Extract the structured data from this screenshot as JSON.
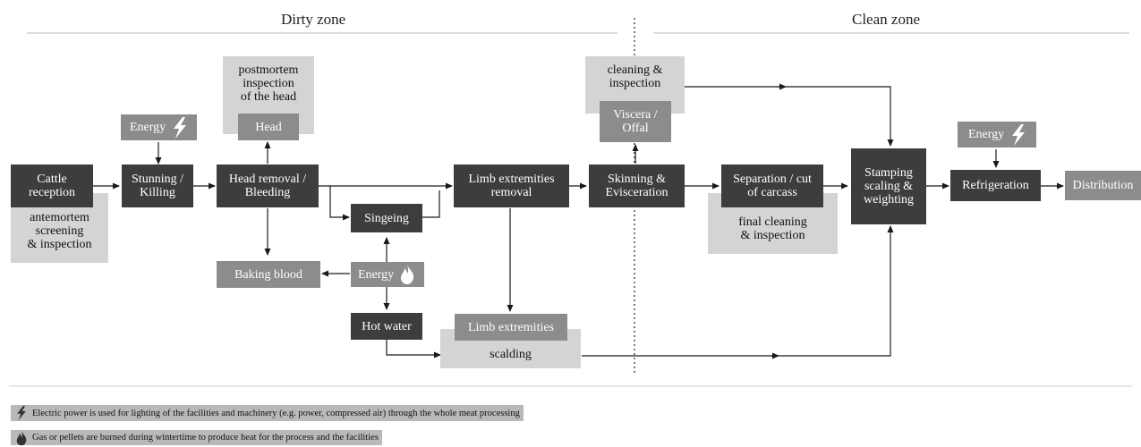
{
  "zones": {
    "dirty": "Dirty zone",
    "clean": "Clean zone"
  },
  "nodes": {
    "cattle_reception": "Cattle\nreception",
    "antemortem": "antemortem\nscreening\n& inspection",
    "energy_stunning": "Energy",
    "stunning": "Stunning /\nKilling",
    "postmortem": "postmortem\ninspection\nof the head",
    "head": "Head",
    "head_removal": "Head removal /\nBleeding",
    "singeing": "Singeing",
    "baking_blood": "Baking blood",
    "energy_heat": "Energy",
    "hot_water": "Hot water",
    "limb_removal": "Limb extremities\nremoval",
    "limb_extremities": "Limb extremities",
    "scalding": "scalding",
    "cleaning_inspection": "cleaning &\ninspection",
    "viscera": "Viscera /\nOffal",
    "skinning": "Skinning &\nEvisceration",
    "separation": "Separation / cut\nof carcass",
    "final_cleaning": "final cleaning\n& inspection",
    "stamping": "Stamping\nscaling &\nweighting",
    "energy_refrigeration": "Energy",
    "refrigeration": "Refrigeration",
    "distribution": "Distribution"
  },
  "legend": {
    "electric": "Electric power is used for lighting of the facilities and machinery (e.g. power, compressed air) through the whole meat processing",
    "gas": "Gas or pellets are burned during wintertime to produce heat for the process and the facilities"
  },
  "icons": {
    "electric": "lightning-icon",
    "gas": "flame-icon"
  },
  "colors": {
    "dark": "#3d3d3d",
    "mid": "#8c8c8c",
    "pale": "#d4d4d4",
    "legend": "#b9b9b9",
    "line": "#1a1a1a"
  }
}
